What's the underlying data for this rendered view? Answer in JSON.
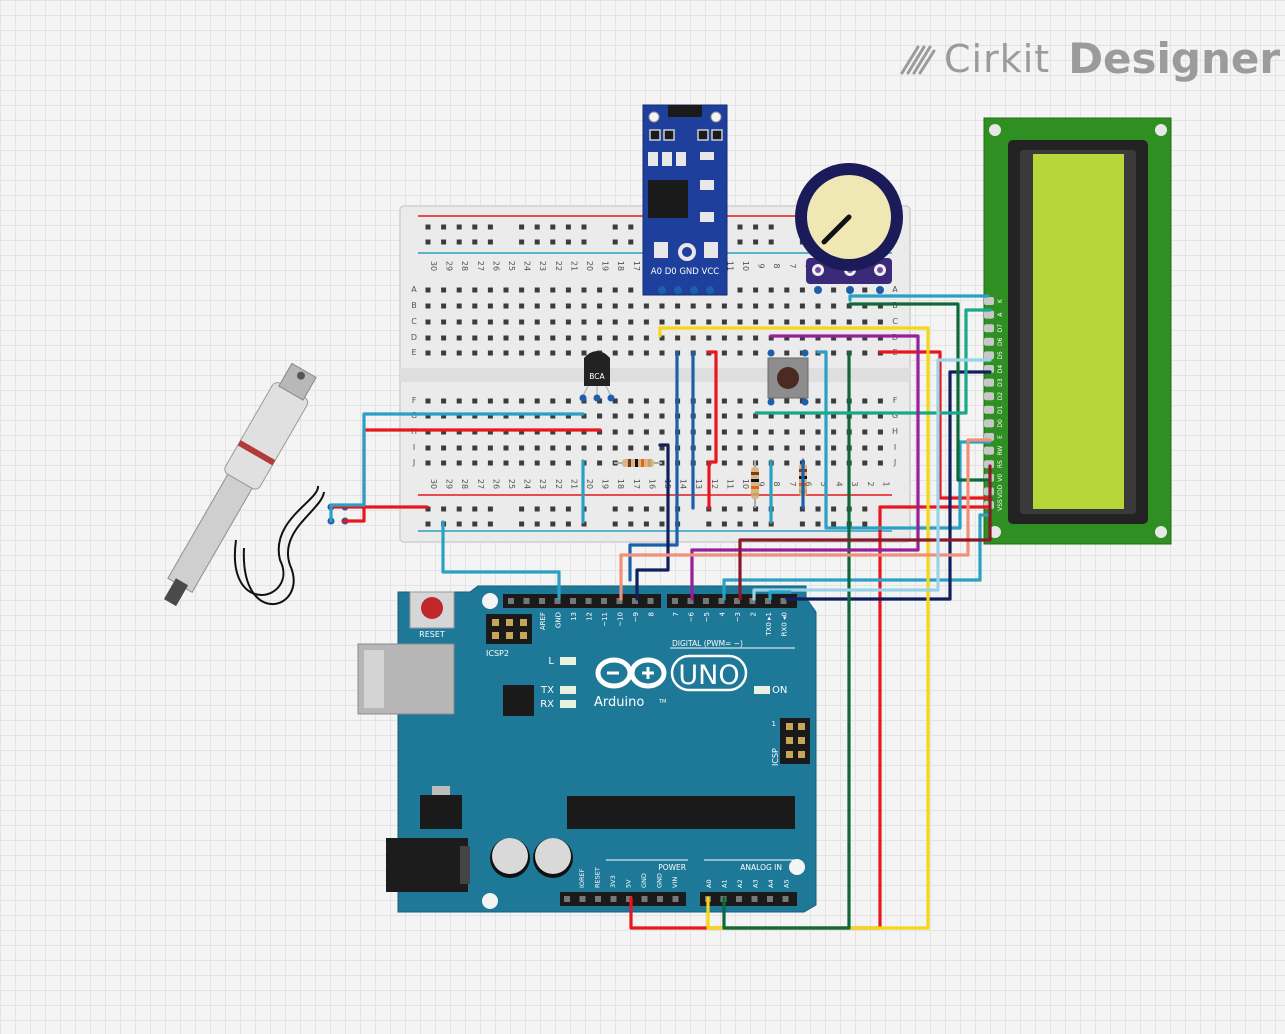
{
  "watermark": {
    "brand": "Cirkit",
    "product": "Designer"
  },
  "arduino": {
    "logo_text": "UNO",
    "brand": "Arduino",
    "tm": "TM",
    "reset_label": "RESET",
    "icsp2_label": "ICSP2",
    "icsp_label": "ICSP",
    "icsp_pin1": "1",
    "led_l": "L",
    "led_tx": "TX",
    "led_rx": "RX",
    "led_on": "ON",
    "digital_label": "DIGITAL (PWM= ~)",
    "power_label": "POWER",
    "analog_label": "ANALOG IN",
    "header_top_left": [
      "AREF",
      "GND",
      "13",
      "12",
      "~11",
      "~10",
      "~9",
      "8"
    ],
    "header_top_right": [
      "7",
      "~6",
      "~5",
      "4",
      "~3",
      "2",
      "TX0 ▸1",
      "RX0 ◂0"
    ],
    "power_pins": [
      "IOREF",
      "RESET",
      "3V3",
      "5V",
      "GND",
      "GND",
      "VIN"
    ],
    "analog_pins": [
      "A0",
      "A1",
      "A2",
      "A3",
      "A4",
      "A5"
    ]
  },
  "breadboard": {
    "row_letters_top": [
      "A",
      "B",
      "C",
      "D",
      "E"
    ],
    "row_letters_bottom": [
      "F",
      "G",
      "H",
      "I",
      "J"
    ],
    "column_numbers": [
      "30",
      "29",
      "28",
      "27",
      "26",
      "25",
      "24",
      "23",
      "22",
      "21",
      "20",
      "19",
      "18",
      "17",
      "16",
      "15",
      "14",
      "13",
      "12",
      "11",
      "10",
      "9",
      "8",
      "7",
      "6",
      "5",
      "4",
      "3",
      "2",
      "1"
    ]
  },
  "transistor": {
    "label": "BCA"
  },
  "sensor": {
    "pins": "A0 D0 GND VCC"
  },
  "lcd": {
    "pins": [
      "K",
      "A",
      "D7",
      "D6",
      "D5",
      "D4",
      "D3",
      "D2",
      "D1",
      "D0",
      "E",
      "RW",
      "RS",
      "V0",
      "VDD",
      "VSS"
    ]
  },
  "colors": {
    "red": "#e8171e",
    "cyan": "#2aa0c4",
    "blue": "#1d5fa8",
    "navy": "#10205e",
    "yellow": "#f5d716",
    "darkgreen": "#0c6a3a",
    "teal": "#19a88a",
    "purple": "#96209a",
    "salmon": "#f0907a",
    "lightblue": "#9ad3e6",
    "board": "#1e7897",
    "lcd_pcb": "#2f8f22",
    "lcd_screen": "#b7d63a"
  }
}
